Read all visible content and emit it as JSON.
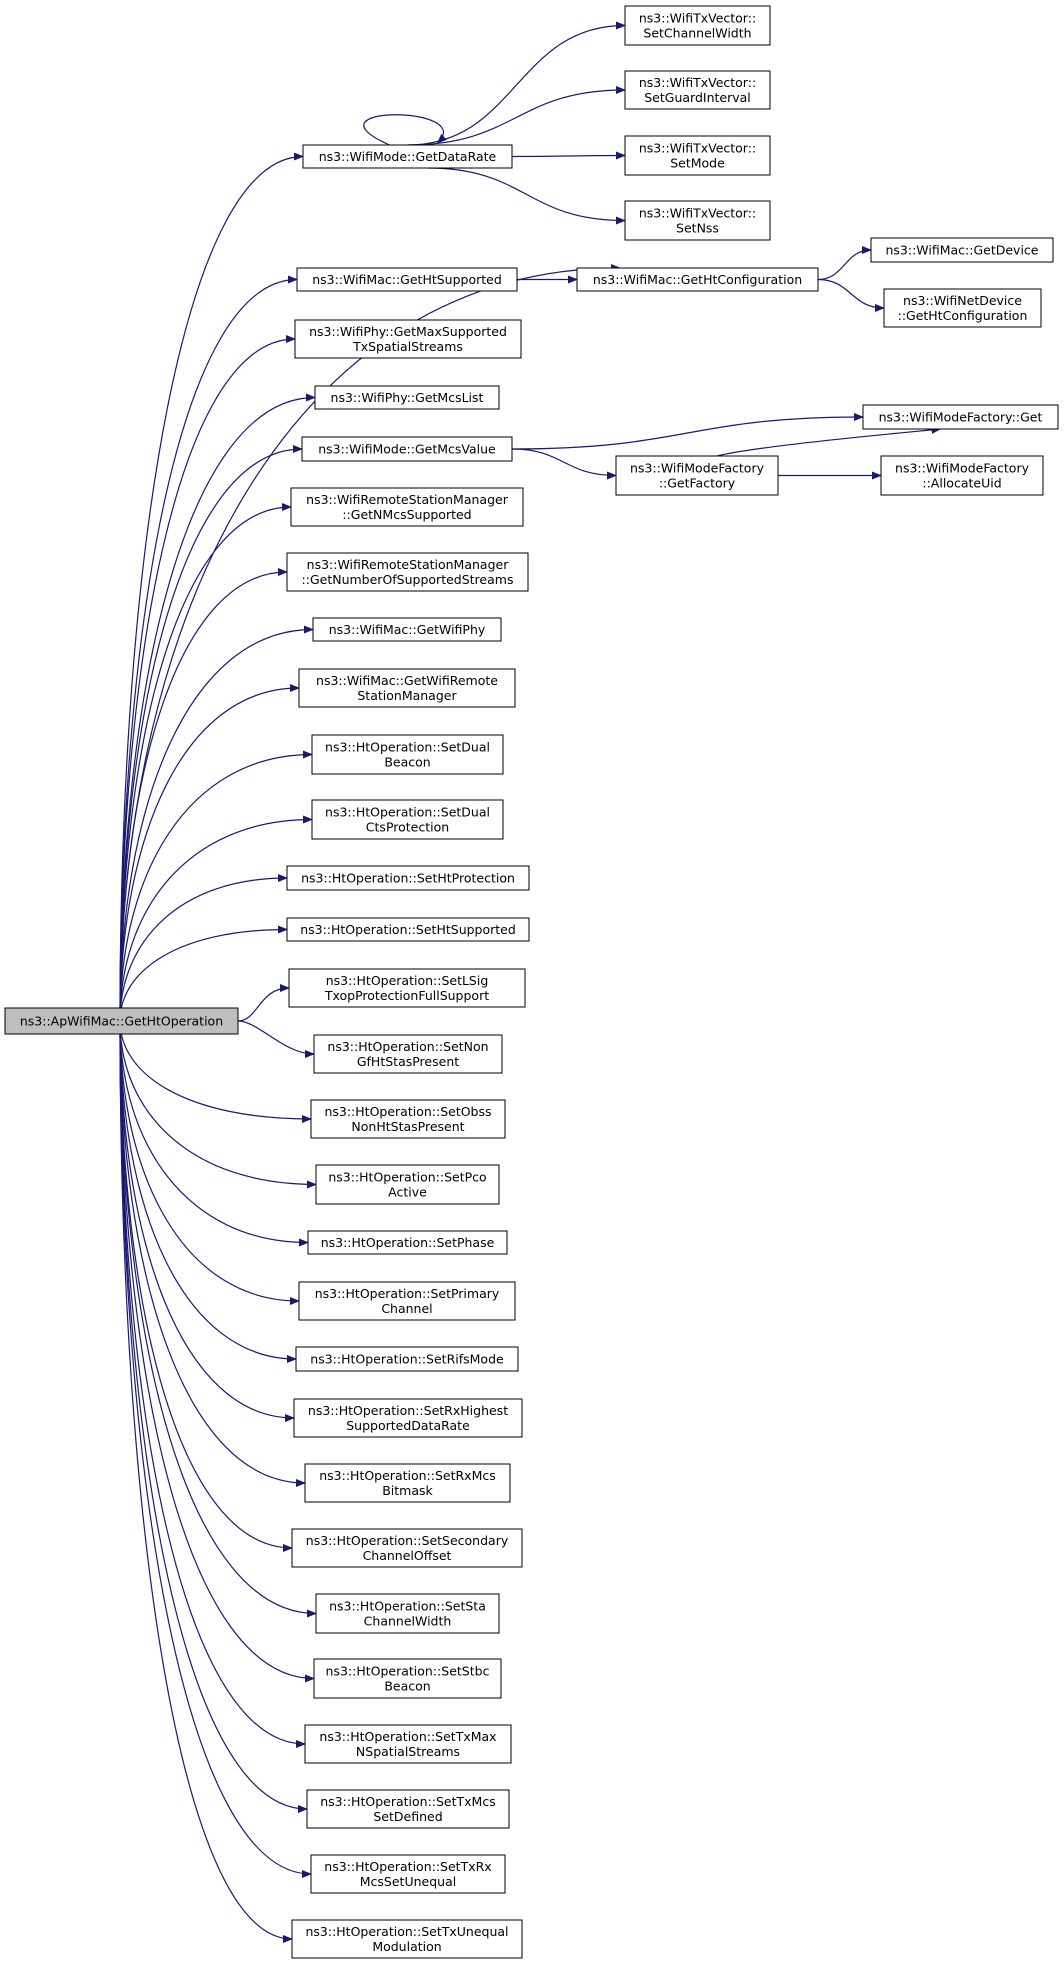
{
  "colors": {
    "edge": "#191970",
    "node_border": "#000000",
    "node_fill": "#ffffff",
    "root_fill": "#bfbfbf",
    "text": "#000000"
  },
  "root": {
    "id": "root",
    "lines": [
      "ns3::ApWifiMac::GetHtOperation"
    ]
  },
  "nodes": [
    {
      "id": "getdatarate",
      "lines": [
        "ns3::WifiMode::GetDataRate"
      ]
    },
    {
      "id": "getht",
      "lines": [
        "ns3::WifiMac::GetHtSupported"
      ]
    },
    {
      "id": "getmaxss",
      "lines": [
        "ns3::WifiPhy::GetMaxSupported",
        "TxSpatialStreams"
      ]
    },
    {
      "id": "getmcslist",
      "lines": [
        "ns3::WifiPhy::GetMcsList"
      ]
    },
    {
      "id": "getmcsvalue",
      "lines": [
        "ns3::WifiMode::GetMcsValue"
      ]
    },
    {
      "id": "getnmcs",
      "lines": [
        "ns3::WifiRemoteStationManager",
        "::GetNMcsSupported"
      ]
    },
    {
      "id": "getnumstreams",
      "lines": [
        "ns3::WifiRemoteStationManager",
        "::GetNumberOfSupportedStreams"
      ]
    },
    {
      "id": "getwifiphy",
      "lines": [
        "ns3::WifiMac::GetWifiPhy"
      ]
    },
    {
      "id": "getwrsm",
      "lines": [
        "ns3::WifiMac::GetWifiRemote",
        "StationManager"
      ]
    },
    {
      "id": "setdualbeacon",
      "lines": [
        "ns3::HtOperation::SetDual",
        "Beacon"
      ]
    },
    {
      "id": "setdualcts",
      "lines": [
        "ns3::HtOperation::SetDual",
        "CtsProtection"
      ]
    },
    {
      "id": "sethtprot",
      "lines": [
        "ns3::HtOperation::SetHtProtection"
      ]
    },
    {
      "id": "sethtsup",
      "lines": [
        "ns3::HtOperation::SetHtSupported"
      ]
    },
    {
      "id": "setlsig",
      "lines": [
        "ns3::HtOperation::SetLSig",
        "TxopProtectionFullSupport"
      ]
    },
    {
      "id": "setnongf",
      "lines": [
        "ns3::HtOperation::SetNon",
        "GfHtStasPresent"
      ]
    },
    {
      "id": "setobss",
      "lines": [
        "ns3::HtOperation::SetObss",
        "NonHtStasPresent"
      ]
    },
    {
      "id": "setpco",
      "lines": [
        "ns3::HtOperation::SetPco",
        "Active"
      ]
    },
    {
      "id": "setphase",
      "lines": [
        "ns3::HtOperation::SetPhase"
      ]
    },
    {
      "id": "setprimary",
      "lines": [
        "ns3::HtOperation::SetPrimary",
        "Channel"
      ]
    },
    {
      "id": "setrifs",
      "lines": [
        "ns3::HtOperation::SetRifsMode"
      ]
    },
    {
      "id": "setrxhigh",
      "lines": [
        "ns3::HtOperation::SetRxHighest",
        "SupportedDataRate"
      ]
    },
    {
      "id": "setrxmcs",
      "lines": [
        "ns3::HtOperation::SetRxMcs",
        "Bitmask"
      ]
    },
    {
      "id": "setsecondary",
      "lines": [
        "ns3::HtOperation::SetSecondary",
        "ChannelOffset"
      ]
    },
    {
      "id": "setstacw",
      "lines": [
        "ns3::HtOperation::SetSta",
        "ChannelWidth"
      ]
    },
    {
      "id": "setstbc",
      "lines": [
        "ns3::HtOperation::SetStbc",
        "Beacon"
      ]
    },
    {
      "id": "settxmaxnss",
      "lines": [
        "ns3::HtOperation::SetTxMax",
        "NSpatialStreams"
      ]
    },
    {
      "id": "settxmcsdef",
      "lines": [
        "ns3::HtOperation::SetTxMcs",
        "SetDefined"
      ]
    },
    {
      "id": "settxrx",
      "lines": [
        "ns3::HtOperation::SetTxRx",
        "McsSetUnequal"
      ]
    },
    {
      "id": "settxunequal",
      "lines": [
        "ns3::HtOperation::SetTxUnequal",
        "Modulation"
      ]
    },
    {
      "id": "setchwidth",
      "lines": [
        "ns3::WifiTxVector::",
        "SetChannelWidth"
      ]
    },
    {
      "id": "setgi",
      "lines": [
        "ns3::WifiTxVector::",
        "SetGuardInterval"
      ]
    },
    {
      "id": "setmode",
      "lines": [
        "ns3::WifiTxVector::",
        "SetMode"
      ]
    },
    {
      "id": "setnss",
      "lines": [
        "ns3::WifiTxVector::",
        "SetNss"
      ]
    },
    {
      "id": "gethtconfig",
      "lines": [
        "ns3::WifiMac::GetHtConfiguration"
      ]
    },
    {
      "id": "getdevice",
      "lines": [
        "ns3::WifiMac::GetDevice"
      ]
    },
    {
      "id": "ndgethtconfig",
      "lines": [
        "ns3::WifiNetDevice",
        "::GetHtConfiguration"
      ]
    },
    {
      "id": "wmfget",
      "lines": [
        "ns3::WifiModeFactory::Get"
      ]
    },
    {
      "id": "wmfgetfactory",
      "lines": [
        "ns3::WifiModeFactory",
        "::GetFactory"
      ]
    },
    {
      "id": "wmfalloc",
      "lines": [
        "ns3::WifiModeFactory",
        "::AllocateUid"
      ]
    }
  ],
  "edges": [
    [
      "root",
      "getdatarate"
    ],
    [
      "root",
      "gethtconfig"
    ],
    [
      "root",
      "getht"
    ],
    [
      "root",
      "getmaxss"
    ],
    [
      "root",
      "getmcslist"
    ],
    [
      "root",
      "getmcsvalue"
    ],
    [
      "root",
      "getnmcs"
    ],
    [
      "root",
      "getnumstreams"
    ],
    [
      "root",
      "getwifiphy"
    ],
    [
      "root",
      "getwrsm"
    ],
    [
      "root",
      "setdualbeacon"
    ],
    [
      "root",
      "setdualcts"
    ],
    [
      "root",
      "sethtprot"
    ],
    [
      "root",
      "sethtsup"
    ],
    [
      "root",
      "setlsig"
    ],
    [
      "root",
      "setnongf"
    ],
    [
      "root",
      "setobss"
    ],
    [
      "root",
      "setpco"
    ],
    [
      "root",
      "setphase"
    ],
    [
      "root",
      "setprimary"
    ],
    [
      "root",
      "setrifs"
    ],
    [
      "root",
      "setrxhigh"
    ],
    [
      "root",
      "setrxmcs"
    ],
    [
      "root",
      "setsecondary"
    ],
    [
      "root",
      "setstacw"
    ],
    [
      "root",
      "setstbc"
    ],
    [
      "root",
      "settxmaxnss"
    ],
    [
      "root",
      "settxmcsdef"
    ],
    [
      "root",
      "settxrx"
    ],
    [
      "root",
      "settxunequal"
    ],
    [
      "getdatarate",
      "getdatarate"
    ],
    [
      "getdatarate",
      "setchwidth"
    ],
    [
      "getdatarate",
      "setgi"
    ],
    [
      "getdatarate",
      "setmode"
    ],
    [
      "getdatarate",
      "setnss"
    ],
    [
      "getht",
      "gethtconfig"
    ],
    [
      "gethtconfig",
      "getdevice"
    ],
    [
      "gethtconfig",
      "ndgethtconfig"
    ],
    [
      "getmcsvalue",
      "wmfget"
    ],
    [
      "getmcsvalue",
      "wmfgetfactory"
    ],
    [
      "wmfgetfactory",
      "wmfget"
    ],
    [
      "wmfgetfactory",
      "wmfalloc"
    ]
  ]
}
